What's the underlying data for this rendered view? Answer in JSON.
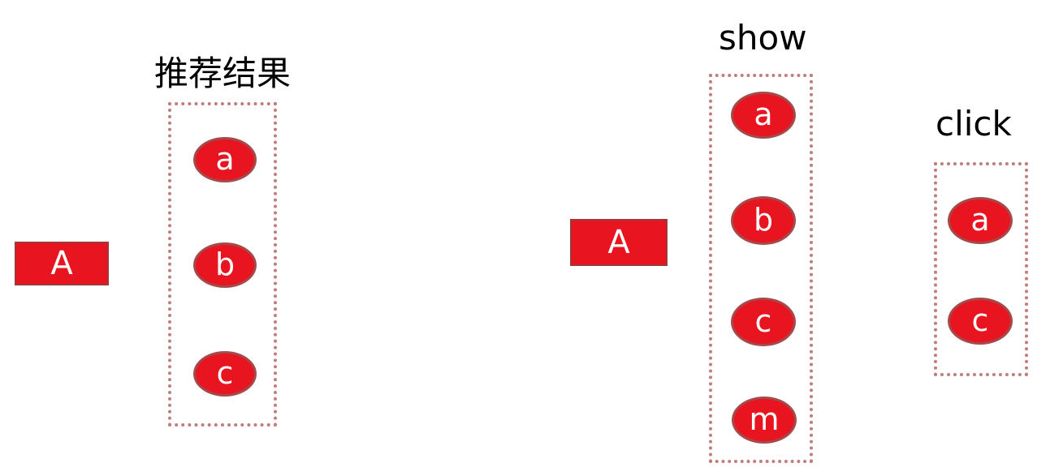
{
  "left": {
    "title": "推荐结果",
    "user": "A",
    "items": [
      "a",
      "b",
      "c"
    ]
  },
  "right": {
    "user": "A",
    "show": {
      "title": "show",
      "items": [
        "a",
        "b",
        "c",
        "m"
      ]
    },
    "click": {
      "title": "click",
      "items": [
        "a",
        "c"
      ]
    }
  },
  "colors": {
    "node_fill": "#e8141f",
    "node_border": "#a54a4a",
    "group_border": "#c07d7d"
  }
}
